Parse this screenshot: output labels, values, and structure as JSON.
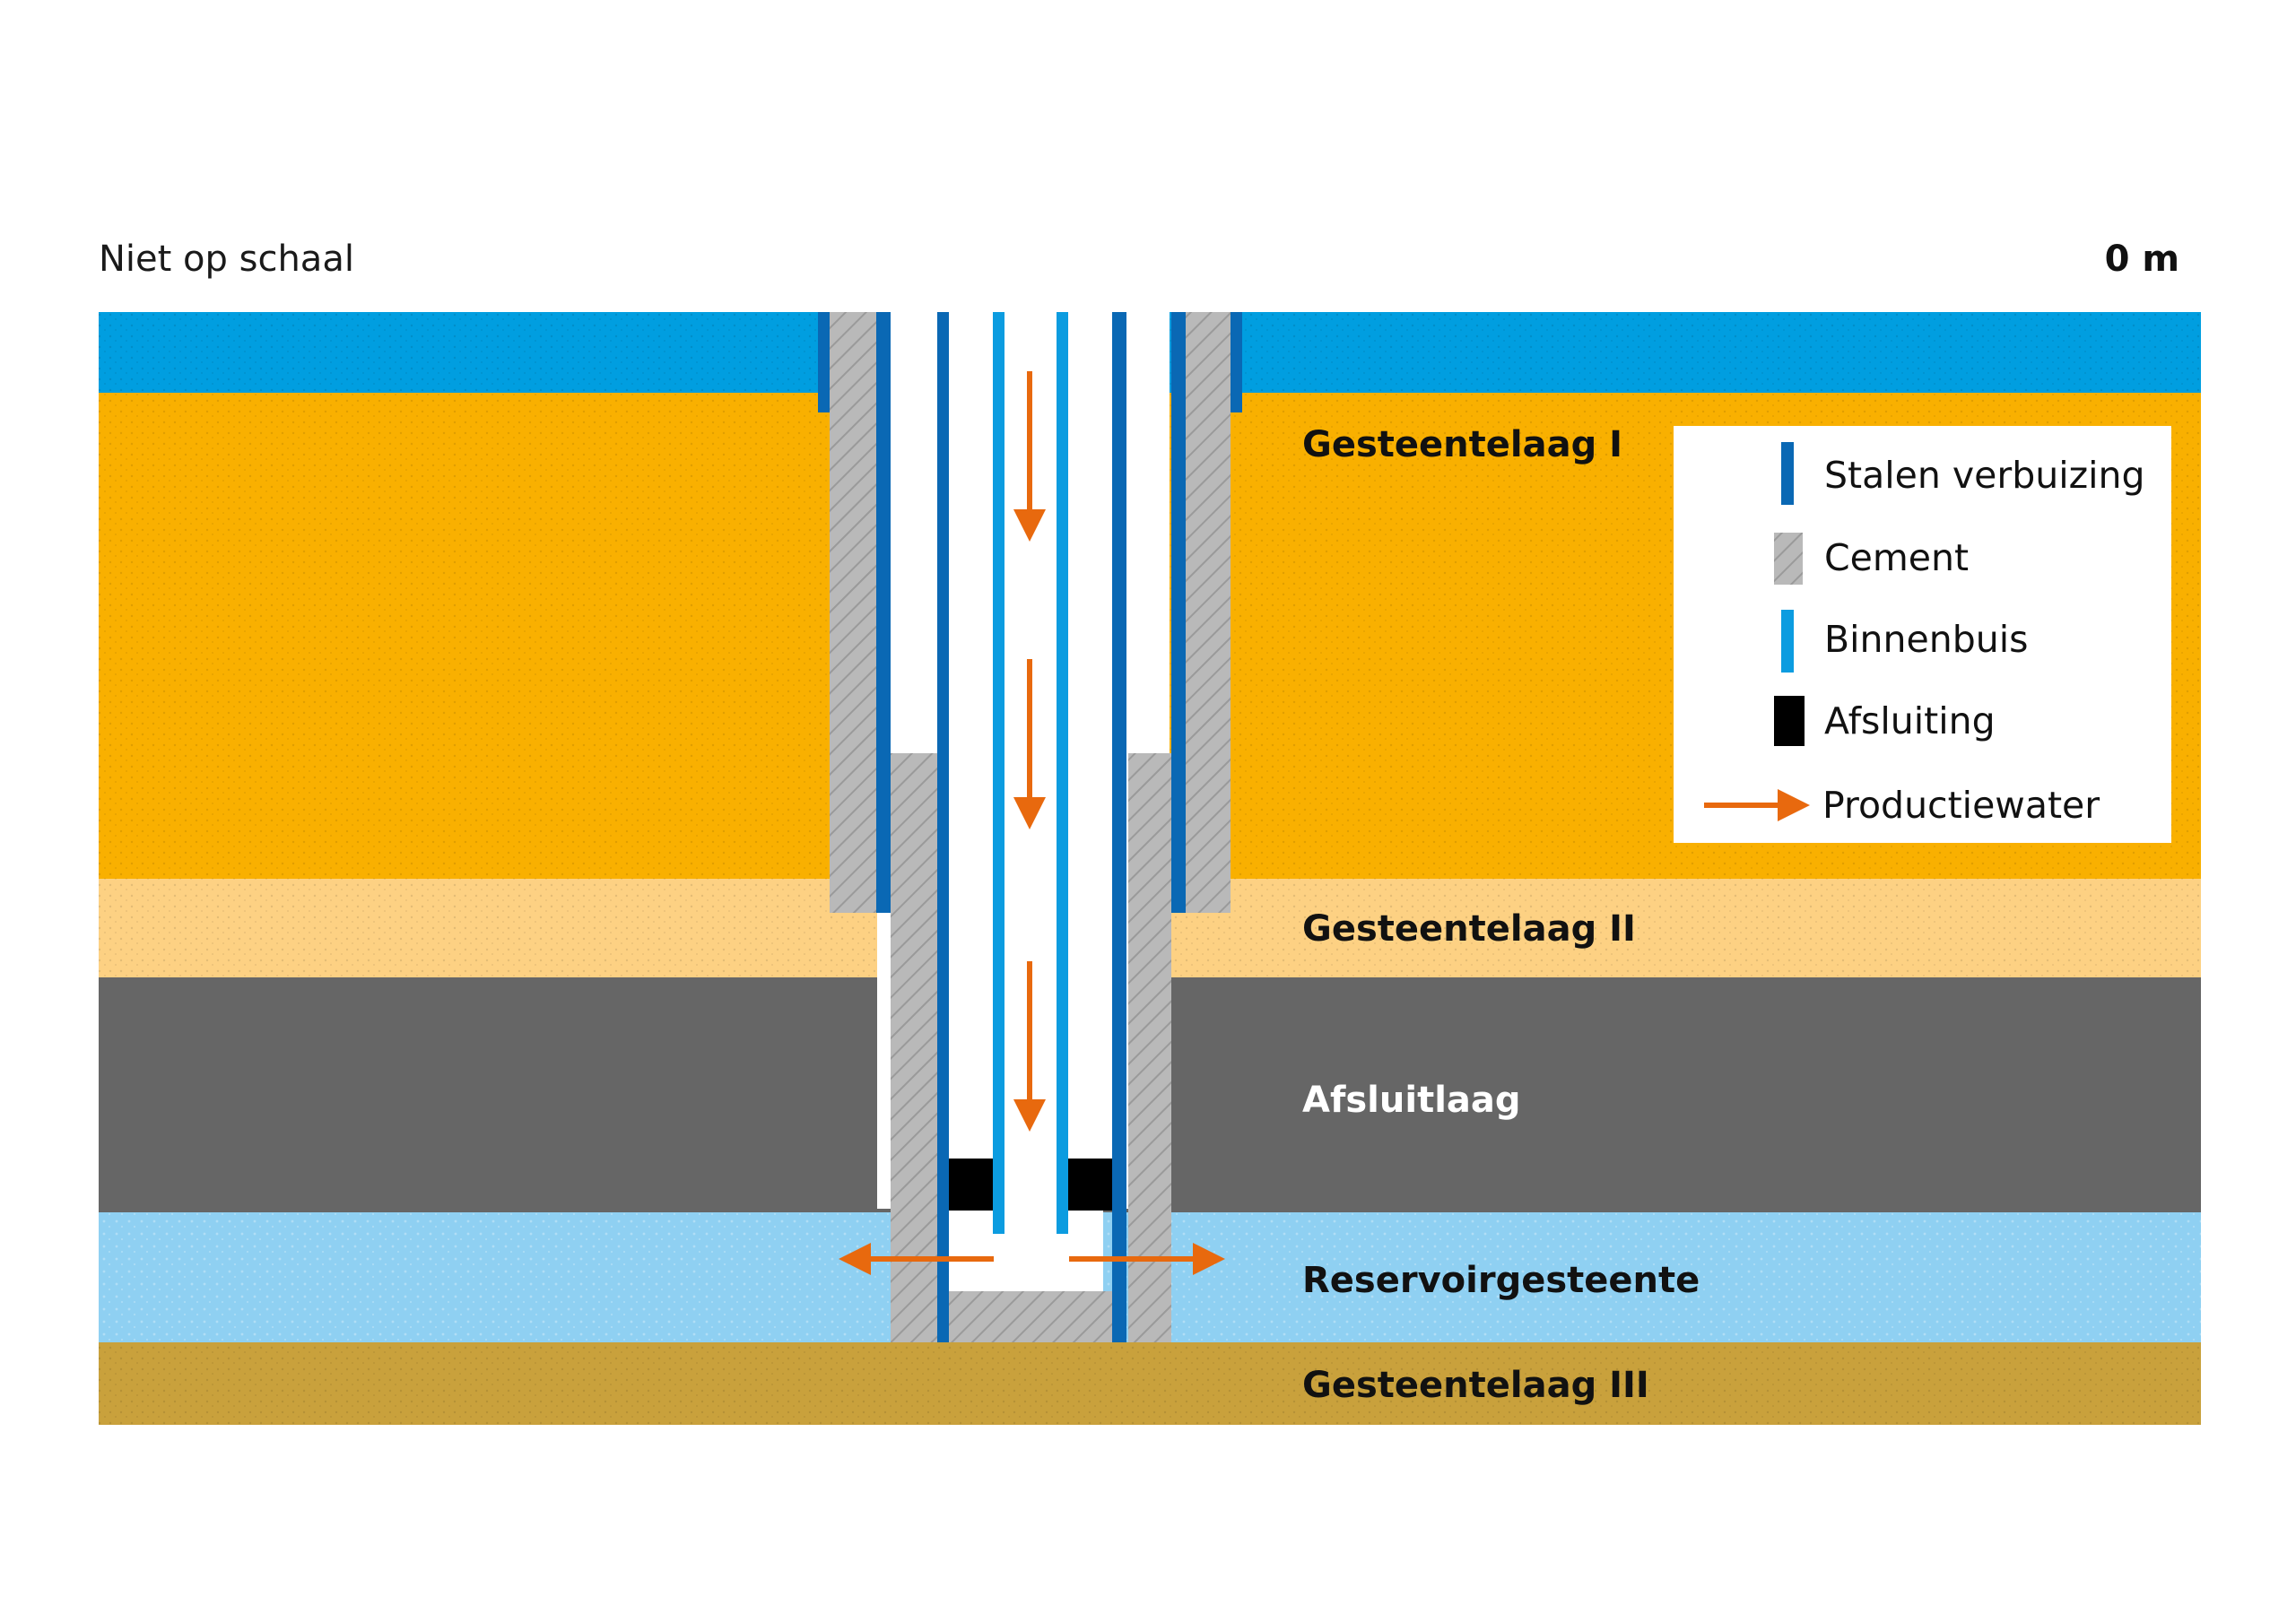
{
  "header": {
    "scale_note": "Niet op schaal",
    "depth_label": "0 m"
  },
  "layers": {
    "rock_1": "Gesteentelaag I",
    "rock_2": "Gesteentelaag II",
    "seal_layer": "Afsluitlaag",
    "reservoir": "Reservoirgesteente",
    "rock_3": "Gesteentelaag III"
  },
  "legend": {
    "steel_casing": "Stalen verbuizing",
    "cement": "Cement",
    "inner_tube": "Binnenbuis",
    "seal": "Afsluiting",
    "production_water": "Productiewater"
  },
  "colors": {
    "water_surface": "#009ee0",
    "rock_1": "#f9b000",
    "rock_2": "#fdd183",
    "seal_layer": "#666666",
    "reservoir": "#8fd0f2",
    "rock_3": "#c9a13c",
    "steel_casing": "#0a68b4",
    "inner_tube": "#0c9ce0",
    "cement": "#b9b9b9",
    "seal": "#000000",
    "arrow": "#e8690e"
  }
}
